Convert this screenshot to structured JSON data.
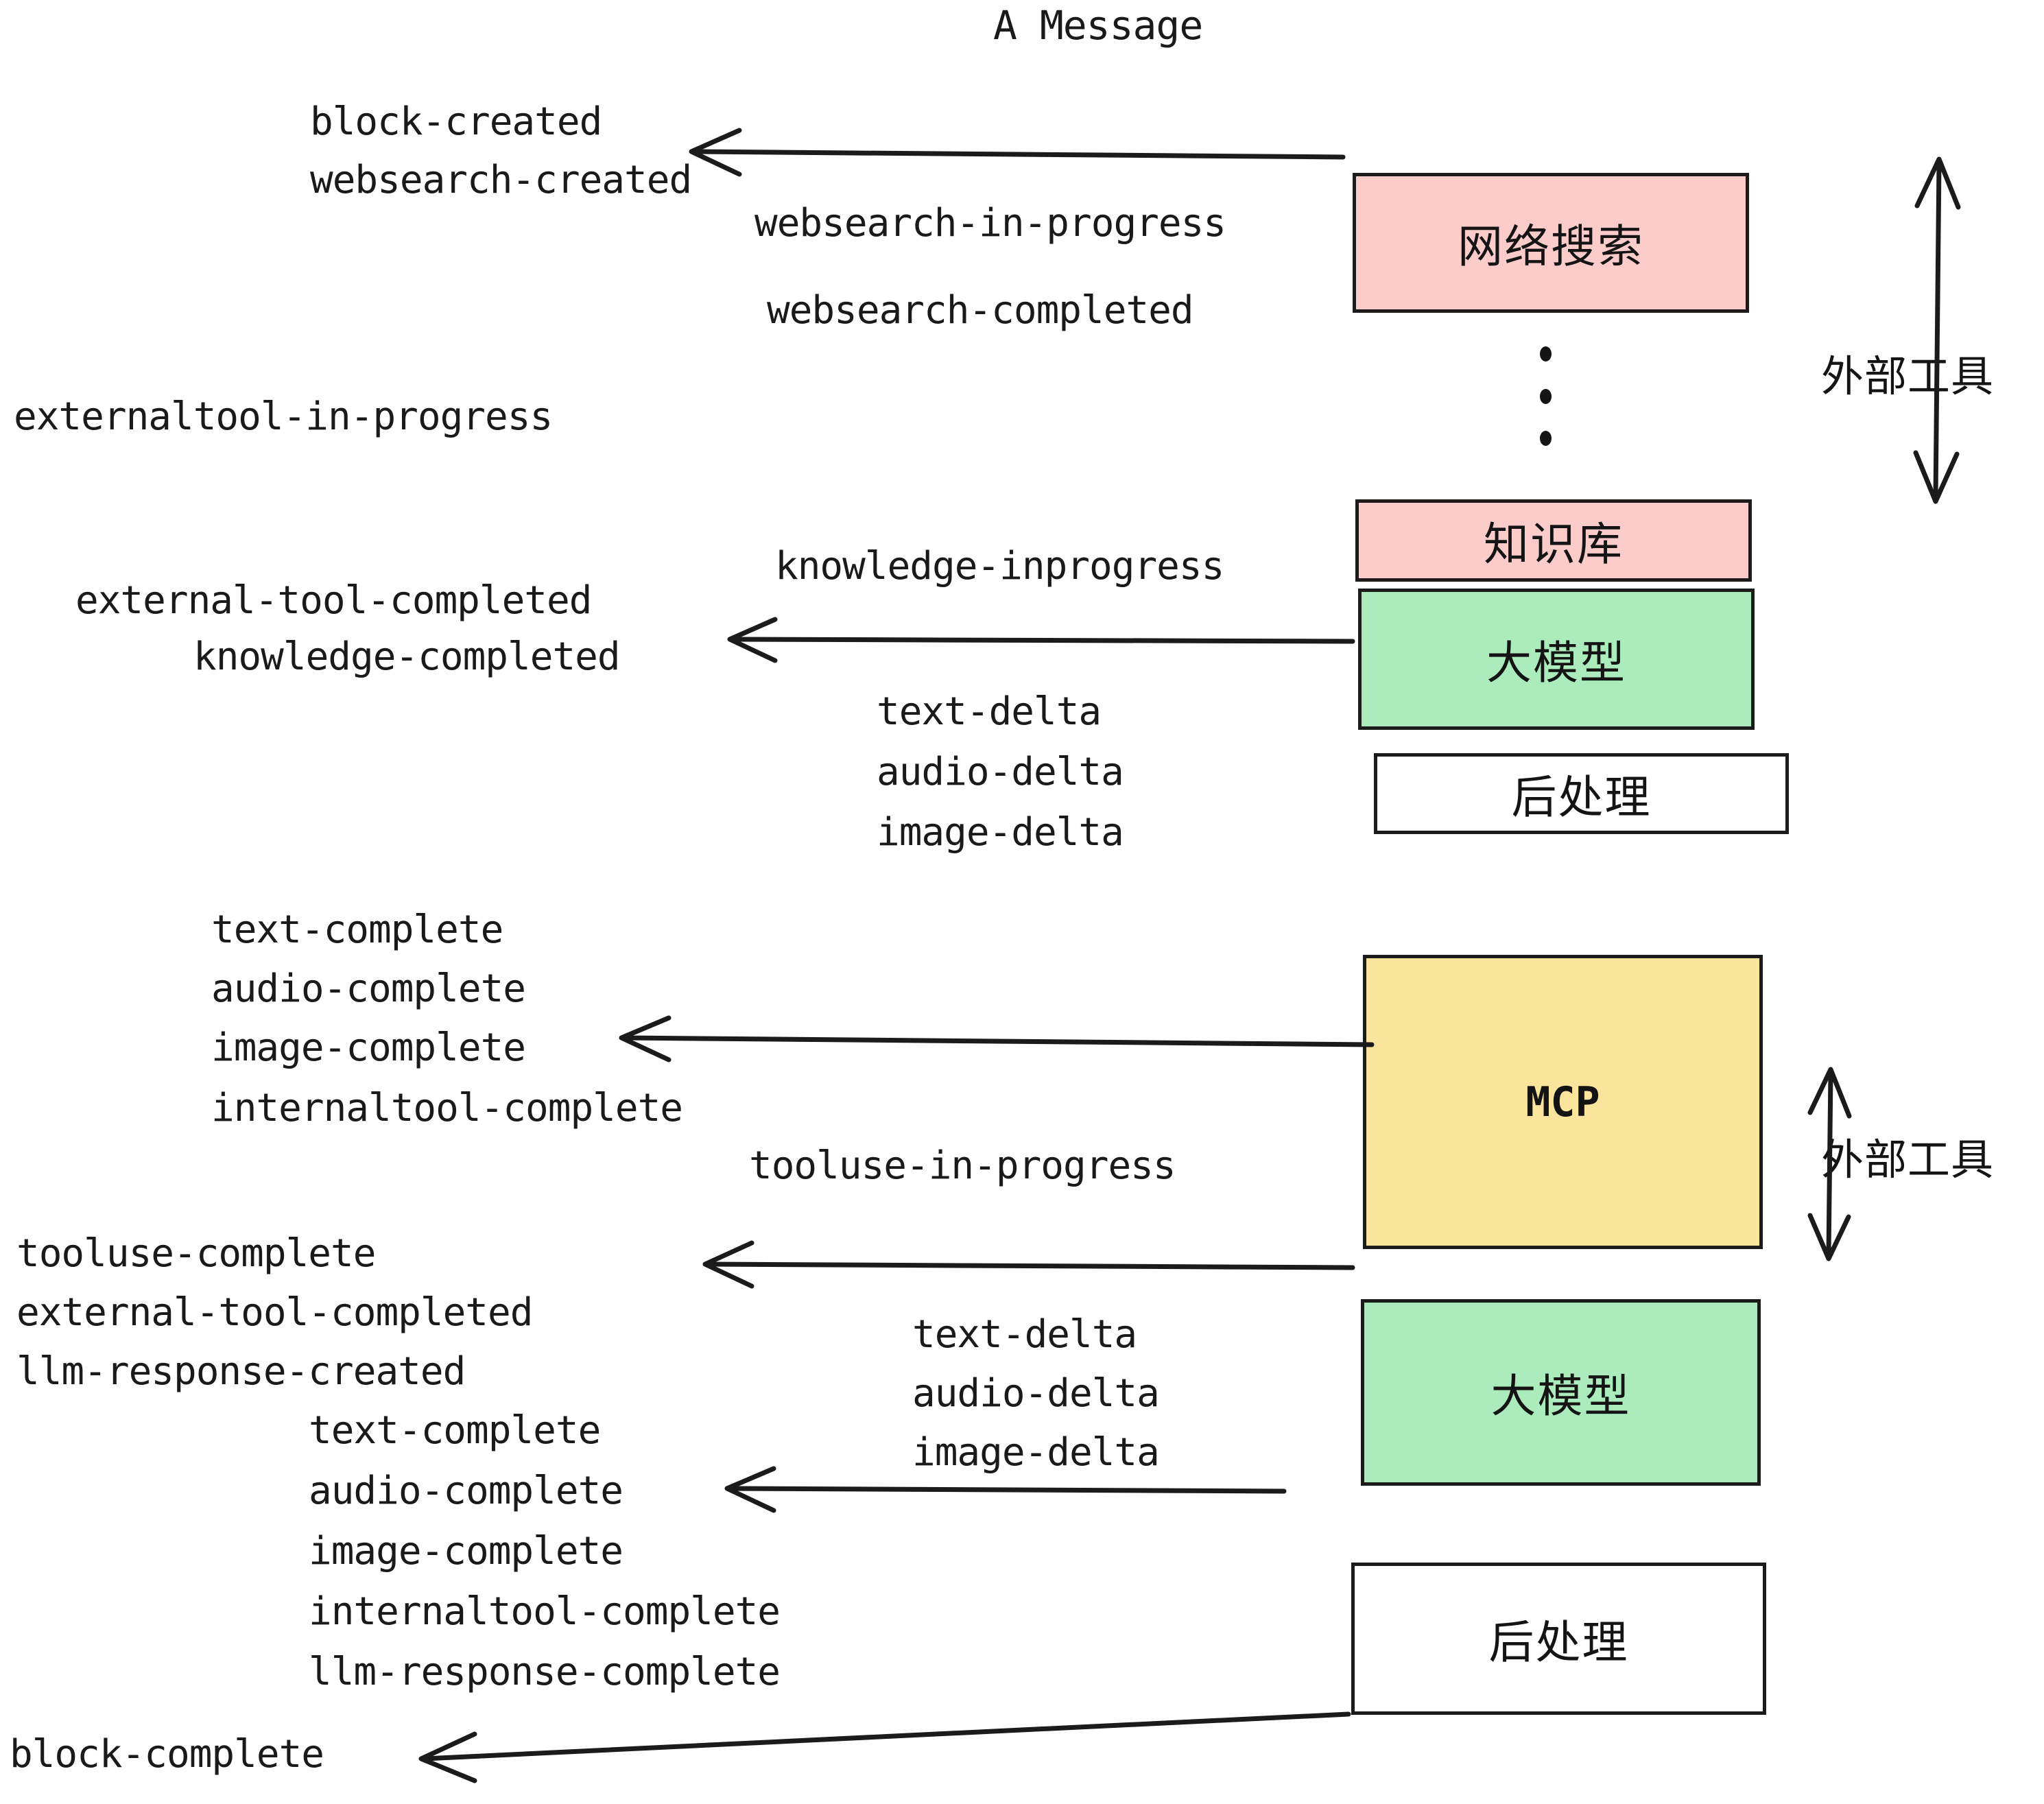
{
  "title": "A Message",
  "events": {
    "block_created": "block-created",
    "websearch_created": "websearch-created",
    "websearch_in_progress": "websearch-in-progress",
    "websearch_completed": "websearch-completed",
    "externaltool_in_progress": "externaltool-in-progress",
    "knowledge_inprogress": "knowledge-inprogress",
    "external_tool_completed_1": "external-tool-completed",
    "knowledge_completed": "knowledge-completed",
    "text_delta_1": "text-delta",
    "audio_delta_1": "audio-delta",
    "image_delta_1": "image-delta",
    "text_complete_1": "text-complete",
    "audio_complete_1": "audio-complete",
    "image_complete_1": "image-complete",
    "internaltool_complete_1": "internaltool-complete",
    "tooluse_in_progress": "tooluse-in-progress",
    "tooluse_complete": "tooluse-complete",
    "external_tool_completed_2": "external-tool-completed",
    "llm_response_created": "llm-response-created",
    "text_delta_2": "text-delta",
    "audio_delta_2": "audio-delta",
    "image_delta_2": "image-delta",
    "text_complete_2": "text-complete",
    "audio_complete_2": "audio-complete",
    "image_complete_2": "image-complete",
    "internaltool_complete_2": "internaltool-complete",
    "llm_response_complete": "llm-response-complete",
    "block_complete": "block-complete"
  },
  "nodes": {
    "websearch": "网络搜索",
    "knowledge": "知识库",
    "llm_1": "大模型",
    "postprocess_1": "后处理",
    "mcp": "MCP",
    "llm_2": "大模型",
    "postprocess_2": "后处理"
  },
  "annotations": {
    "external_tools_top": "外部工具",
    "external_tools_bottom": "外部工具"
  },
  "colors": {
    "pink": "#FCCCCB",
    "green": "#ABEBBC",
    "yellow": "#FBE49B",
    "white": "#FFFFFF",
    "stroke": "#1b1b1b",
    "text": "#141414"
  }
}
